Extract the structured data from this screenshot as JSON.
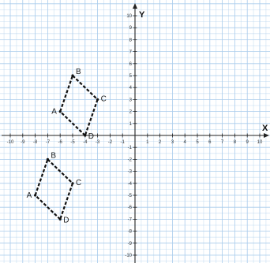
{
  "axes": {
    "x_label": "X",
    "y_label": "Y",
    "x_range": [
      -11,
      11
    ],
    "y_range": [
      -11,
      11
    ],
    "x_ticks": [
      -10,
      -9,
      -8,
      -7,
      -6,
      -5,
      -4,
      -3,
      -2,
      -1,
      1,
      2,
      3,
      4,
      5,
      6,
      7,
      8,
      9,
      10
    ],
    "y_ticks": [
      10,
      9,
      8,
      7,
      6,
      5,
      4,
      3,
      2,
      1,
      -1,
      -2,
      -3,
      -4,
      -5,
      -6,
      -7,
      -8,
      -9,
      -10
    ],
    "grid": true
  },
  "colors": {
    "grid": "#a9ccec",
    "axis": "#222222",
    "shape": "#111111"
  },
  "shapes": [
    {
      "name": "upper-quadrilateral",
      "closed": true,
      "vertices": [
        {
          "label": "A",
          "x": -6,
          "y": 2
        },
        {
          "label": "B",
          "x": -5,
          "y": 5
        },
        {
          "label": "C",
          "x": -3,
          "y": 3
        },
        {
          "label": "D",
          "x": -4,
          "y": 0
        }
      ]
    },
    {
      "name": "lower-quadrilateral",
      "closed": true,
      "vertices": [
        {
          "label": "A",
          "x": -8,
          "y": -5
        },
        {
          "label": "B",
          "x": -7,
          "y": -2
        },
        {
          "label": "C",
          "x": -5,
          "y": -4
        },
        {
          "label": "D",
          "x": -6,
          "y": -7
        }
      ]
    }
  ]
}
